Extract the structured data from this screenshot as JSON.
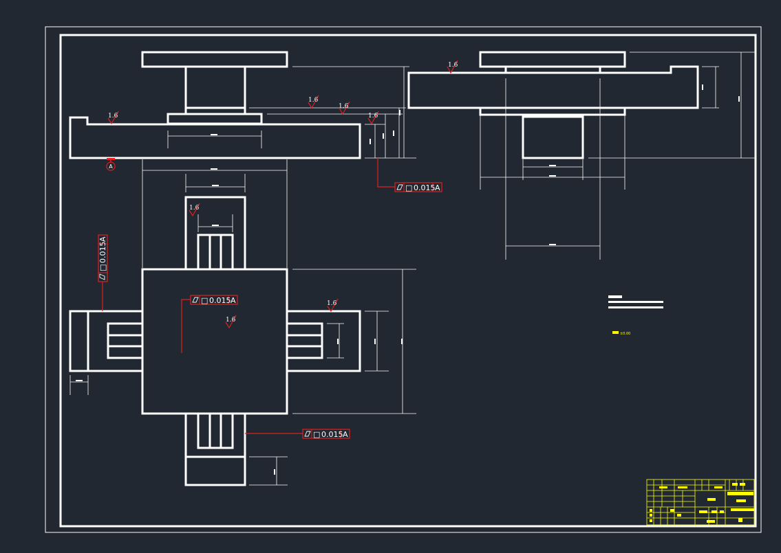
{
  "drawing": {
    "background": "#222831",
    "line_color": "#ffffff",
    "annotation_color": "#c81e1e",
    "titleblock_color": "#ffff00",
    "datum_label": "A",
    "roughness_values": [
      "1.6",
      "1.6",
      "1.6",
      "1.6",
      "1.6",
      "1.6",
      "1.6",
      "1.6"
    ],
    "tolerances": [
      {
        "symbol": "flatness",
        "shape": "□",
        "value": "0.015",
        "datum": "A"
      },
      {
        "symbol": "flatness",
        "shape": "□",
        "value": "0.015",
        "datum": "A"
      },
      {
        "symbol": "flatness",
        "shape": "□",
        "value": "0.015",
        "datum": "A"
      },
      {
        "symbol": "flatness",
        "shape": "□",
        "value": "0.015",
        "datum": "A"
      }
    ],
    "note_text": "±0.00"
  }
}
